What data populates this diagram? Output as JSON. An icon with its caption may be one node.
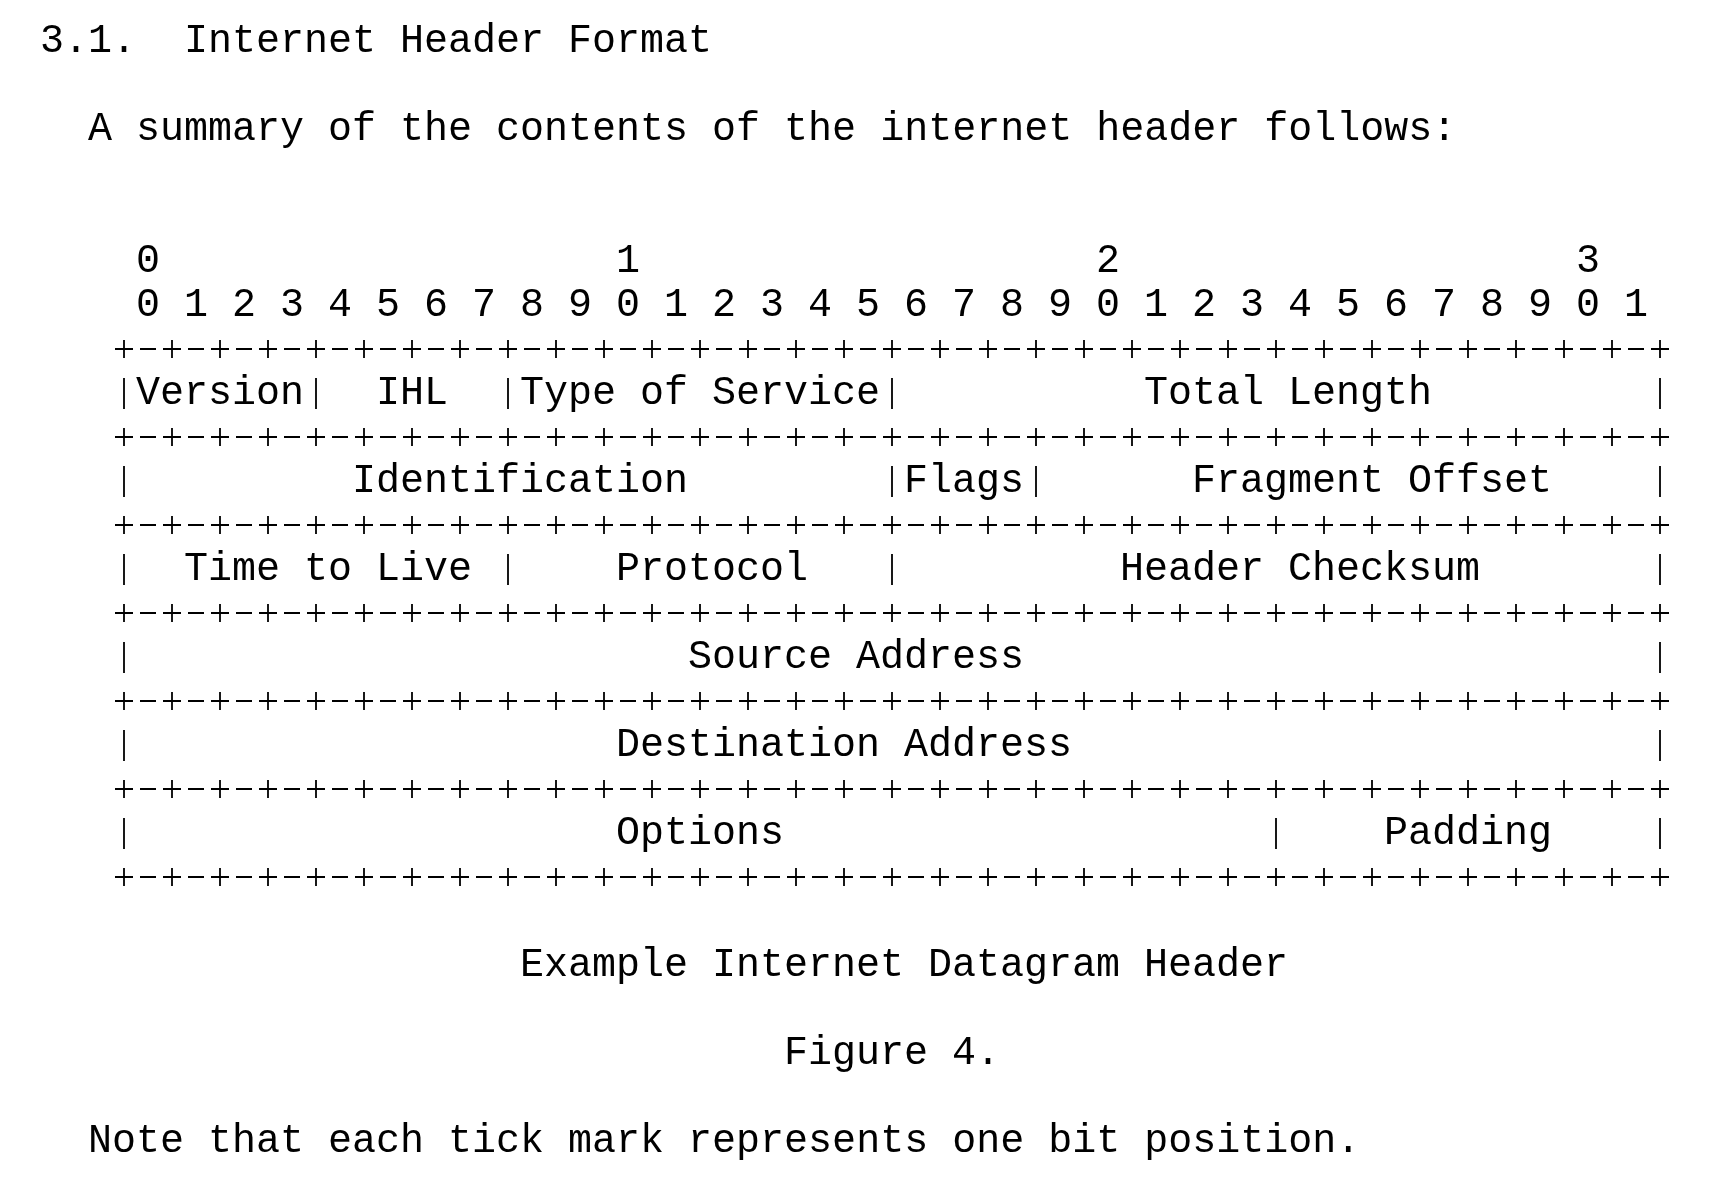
{
  "diagram": {
    "title": "Internet Header Format",
    "caption": "Example Internet Datagram Header",
    "nodes": [
      {
        "text": [
          "Version"
        ]
      },
      {
        "text": [
          "IHL"
        ]
      },
      {
        "text": [
          "Type of Service"
        ]
      },
      {
        "text": [
          "Total Length"
        ]
      },
      {
        "text": [
          "Identification"
        ]
      },
      {
        "text": [
          "Flags"
        ]
      },
      {
        "text": [
          "Fragment Offset"
        ]
      },
      {
        "text": [
          "Time to Live"
        ]
      },
      {
        "text": [
          "Protocol"
        ]
      },
      {
        "text": [
          "Header Checksum"
        ]
      },
      {
        "text": [
          "Source Address"
        ]
      },
      {
        "text": [
          "Destination Address"
        ]
      },
      {
        "text": [
          "Options"
        ]
      },
      {
        "text": [
          "Padding"
        ]
      }
    ],
    "labels": [
      "3.1.",
      "A summary of the contents of the internet header follows:",
      "0",
      "1",
      "2",
      "3",
      "0",
      "1",
      "2",
      "3",
      "4",
      "5",
      "6",
      "7",
      "8",
      "9",
      "0",
      "1",
      "2",
      "3",
      "4",
      "5",
      "6",
      "7",
      "8",
      "9",
      "0",
      "1",
      "2",
      "3",
      "4",
      "5",
      "6",
      "7",
      "8",
      "9",
      "0",
      "1",
      "Figure 4.",
      "Note that each tick mark represents one bit position."
    ]
  }
}
